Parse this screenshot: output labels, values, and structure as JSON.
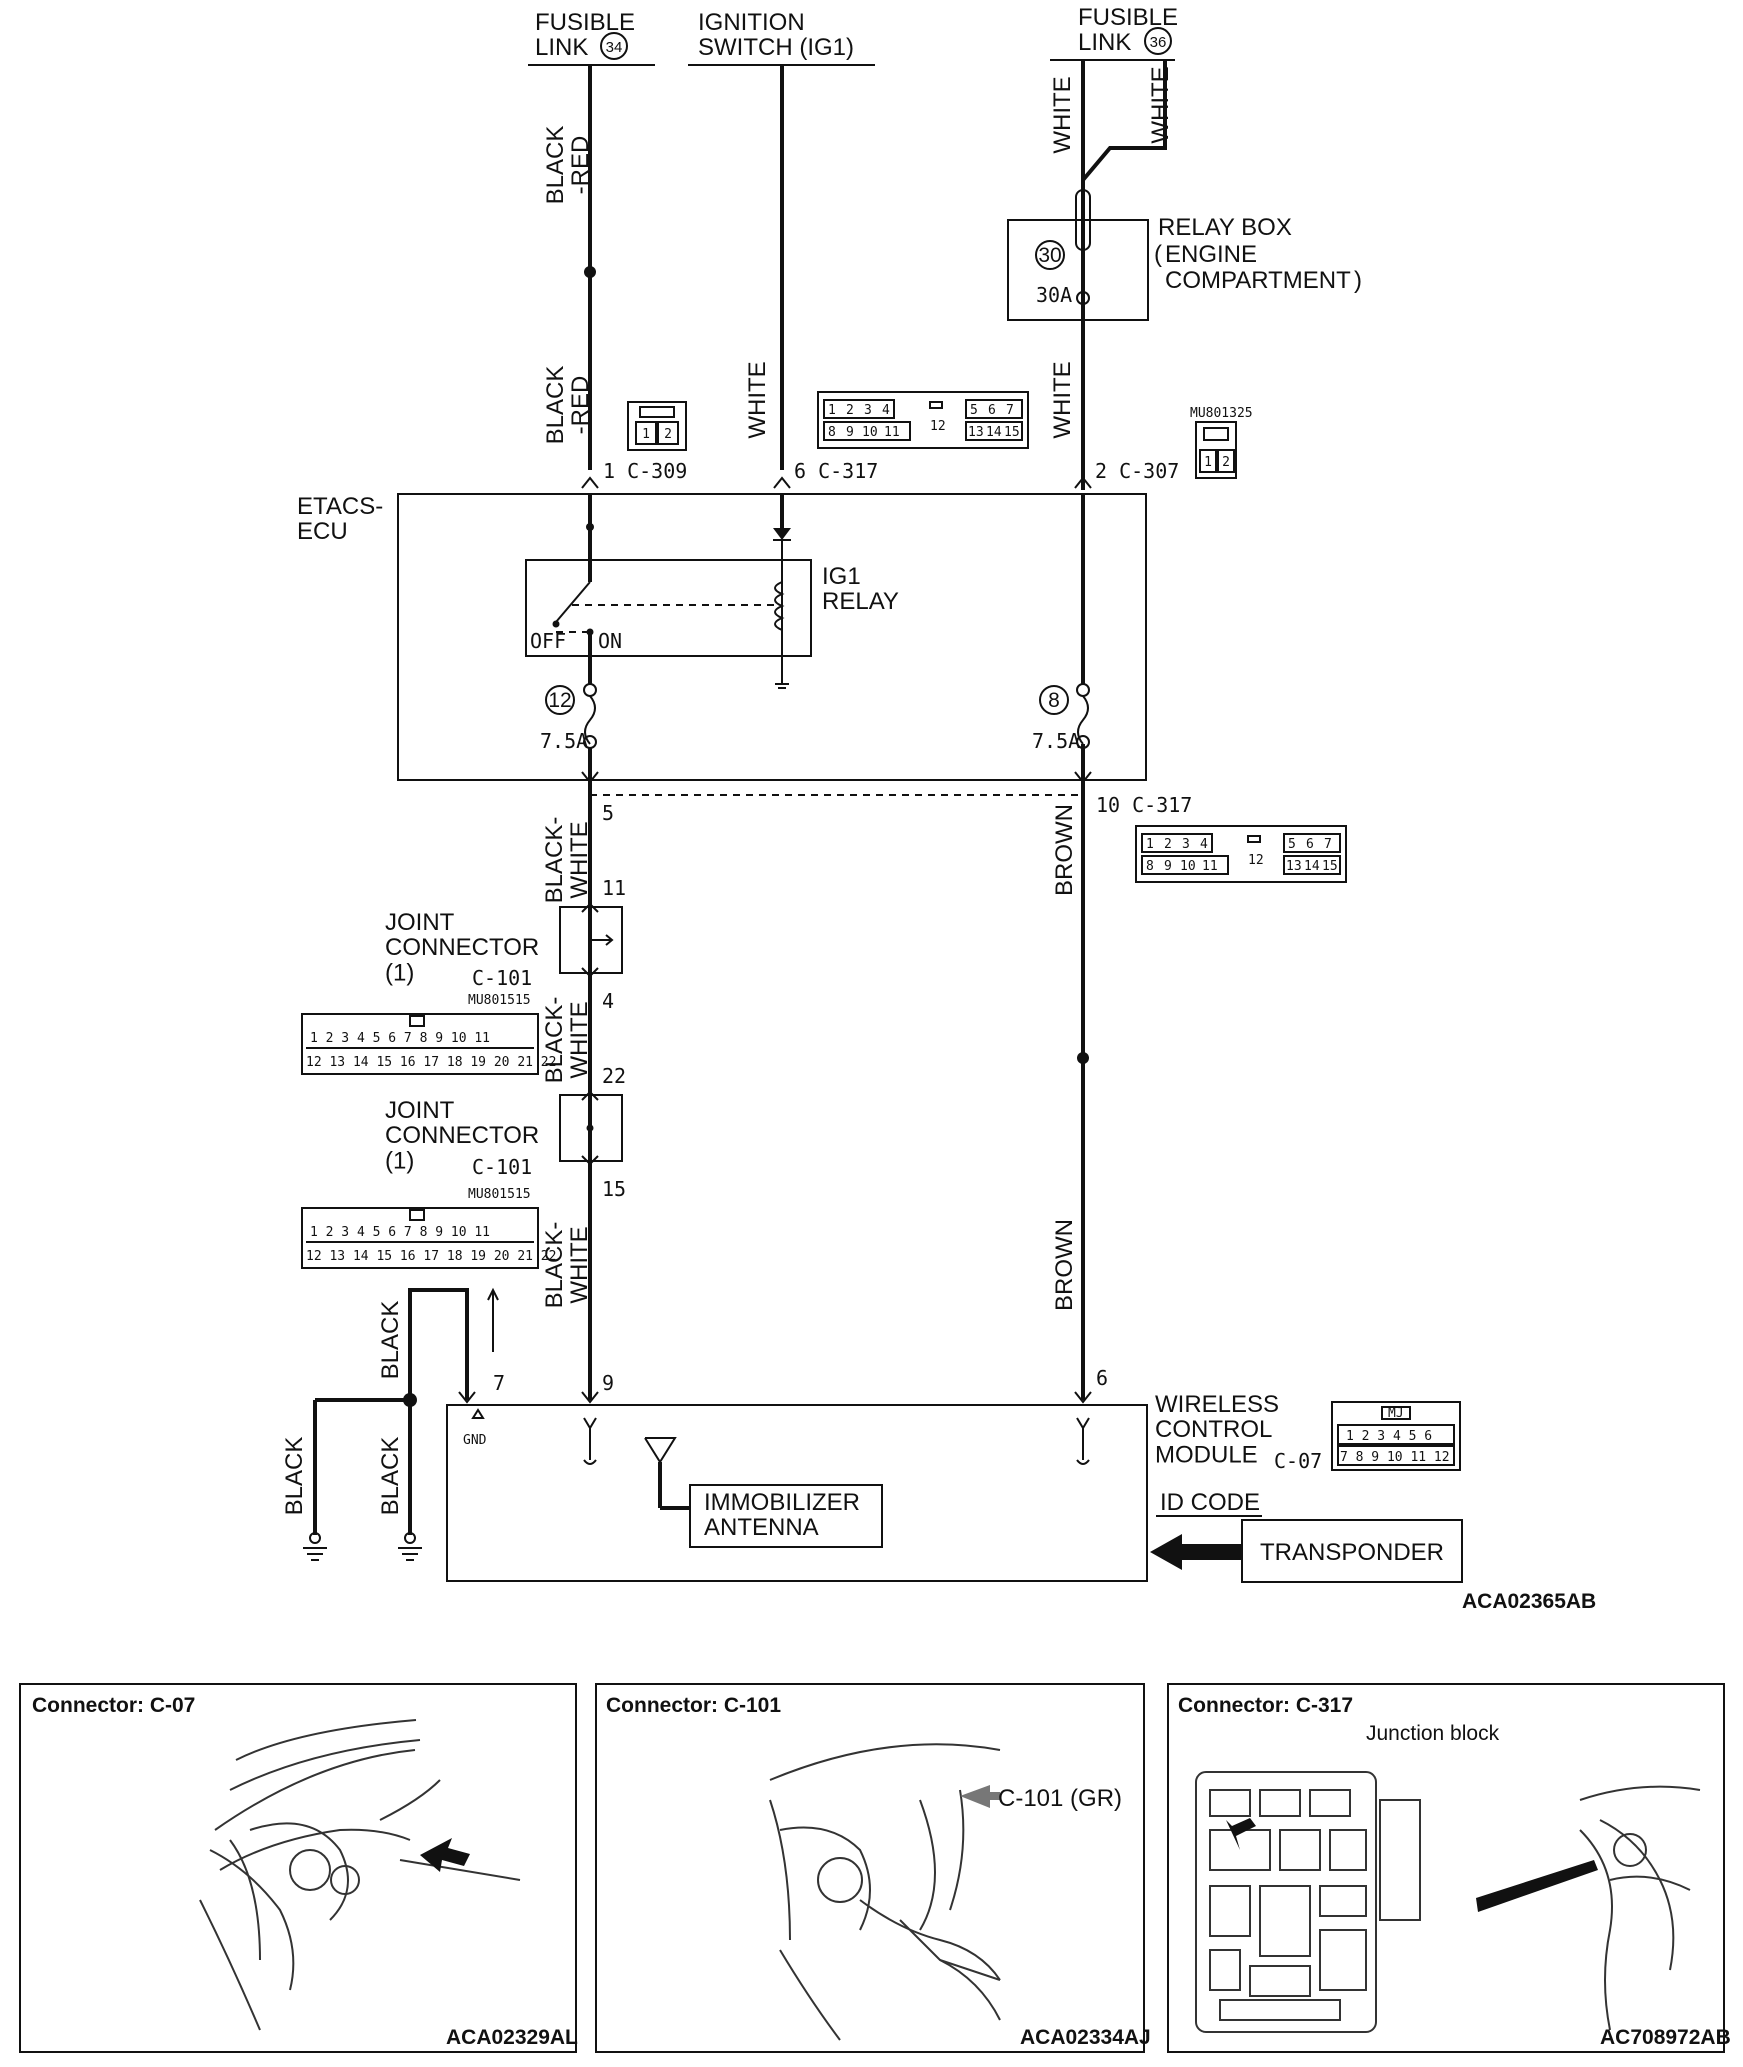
{
  "sources": {
    "fusible_link_34": "FUSIBLE\nLINK",
    "fusible_link_34_num": "34",
    "ignition_switch": "IGNITION\nSWITCH (IG1)",
    "fusible_link_36": "FUSIBLE\nLINK",
    "fusible_link_36_num": "36"
  },
  "relay_box": {
    "label_line1": "RELAY BOX",
    "label_line2": "ENGINE",
    "label_line3": "COMPARTMENT",
    "fuse_num": "30",
    "fuse_rating": "30A"
  },
  "wires": {
    "black_red": "BLACK\n-RED",
    "white": "WHITE",
    "black_white": "BLACK-\nWHITE",
    "brown": "BROWN",
    "black": "BLACK"
  },
  "connectors": {
    "c309_pin": "1 C-309",
    "c317_pin6": "6 C-317",
    "c307_pin": "2 C-307",
    "c307_part": "MU801325",
    "c317_pin10": "10 C-317",
    "c101_part": "MU801515",
    "c07_label": "C-07"
  },
  "ecu": {
    "label": "ETACS-\nECU",
    "relay_label": "IG1\nRELAY",
    "off": "OFF",
    "on": "ON",
    "fuse12_num": "12",
    "fuse12_rating": "7.5A",
    "fuse8_num": "8",
    "fuse8_rating": "7.5A"
  },
  "pins": {
    "p5": "5",
    "p11": "11",
    "p4": "4",
    "p22": "22",
    "p15": "15",
    "p9": "9",
    "p7": "7",
    "p6": "6",
    "gnd": "GND"
  },
  "joint_connector": {
    "label": "JOINT\nCONNECTOR\n(1)",
    "code": "C-101"
  },
  "module": {
    "label": "WIRELESS\nCONTROL\nMODULE",
    "id_code": "ID CODE",
    "antenna": "IMMOBILIZER\nANTENNA",
    "transponder": "TRANSPONDER",
    "connector_top": "MJ"
  },
  "figure_code": "ACA02365AB",
  "panels": [
    {
      "title": "Connector: C-07",
      "code": "ACA02329AL",
      "note": ""
    },
    {
      "title": "Connector: C-101",
      "code": "ACA02334AJ",
      "note": "C-101 (GR)"
    },
    {
      "title": "Connector: C-317",
      "code": "AC708972AB",
      "note": "Junction block"
    }
  ]
}
